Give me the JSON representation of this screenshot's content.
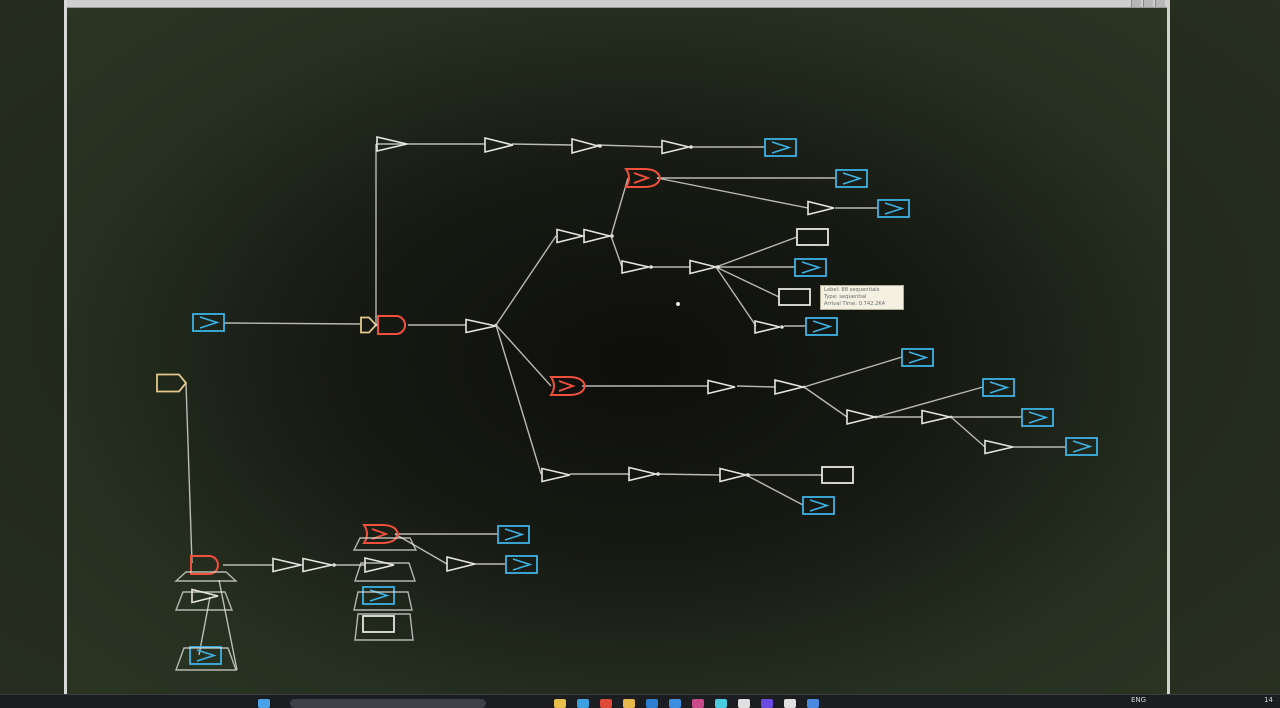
{
  "window": {
    "title": ""
  },
  "tooltip": {
    "lines": [
      "Label: 88 sequentials",
      "Type: sequential",
      "Arrival Time: 0.742.2K4"
    ]
  },
  "taskbar": {
    "language": "ENG",
    "clock": "14",
    "icons": [
      "start-icon",
      "search-icon",
      "file-explorer-icon",
      "edge-browser-icon",
      "chrome-icon",
      "folder-icon",
      "store-icon",
      "mail-icon",
      "app-icon",
      "app-icon",
      "app-icon",
      "app-icon",
      "app-icon",
      "app-icon"
    ]
  },
  "colors": {
    "wire": "#d6d6ce",
    "gate": "#e6e6e0",
    "input_port": "#e2c98a",
    "reg": "#3cb2e6",
    "critical": "#f0503c"
  }
}
